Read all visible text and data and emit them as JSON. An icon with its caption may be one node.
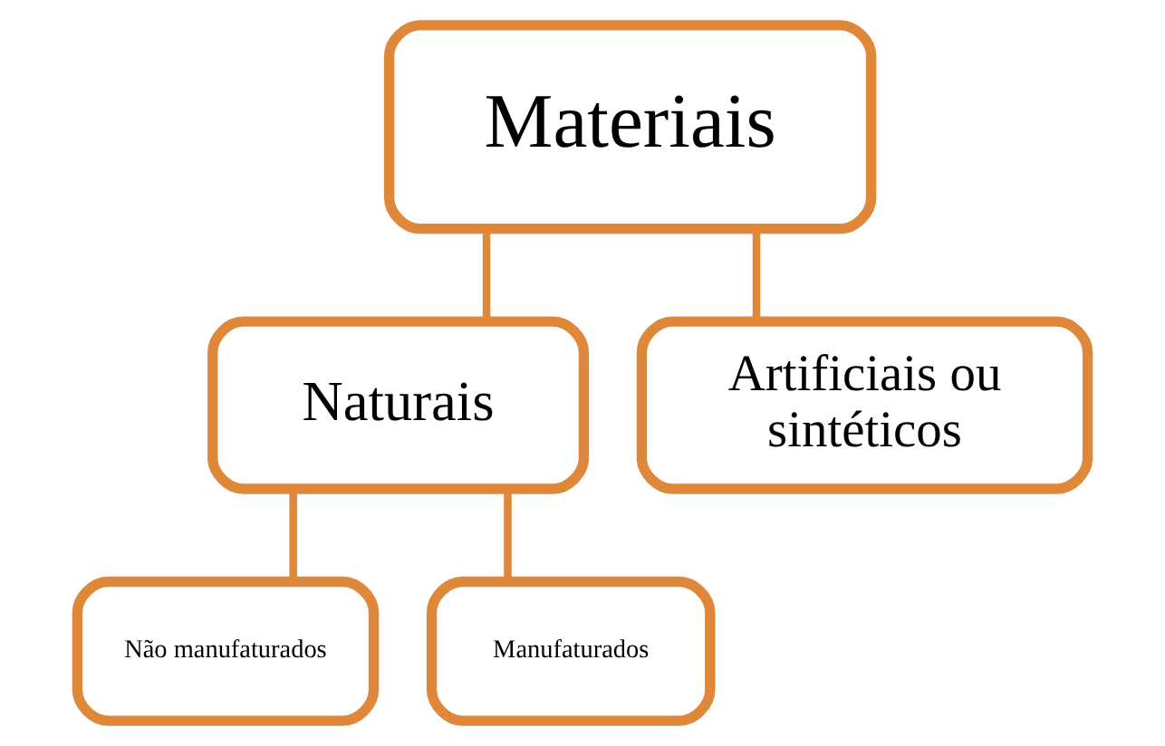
{
  "diagram": {
    "nodes": [
      {
        "text": [
          "Materiais"
        ]
      },
      {
        "text": [
          "Naturais"
        ]
      },
      {
        "text": [
          "Artificiais ou sintéticos"
        ]
      },
      {
        "text": [
          "Não manufaturados"
        ]
      },
      {
        "text": [
          "Manufaturados"
        ]
      }
    ],
    "edges": [
      {
        "from": 0,
        "to": 1,
        "arrow": "none"
      },
      {
        "from": 0,
        "to": 2,
        "arrow": "none"
      },
      {
        "from": 1,
        "to": 3,
        "arrow": "none"
      },
      {
        "from": 1,
        "to": 4,
        "arrow": "none"
      }
    ]
  }
}
